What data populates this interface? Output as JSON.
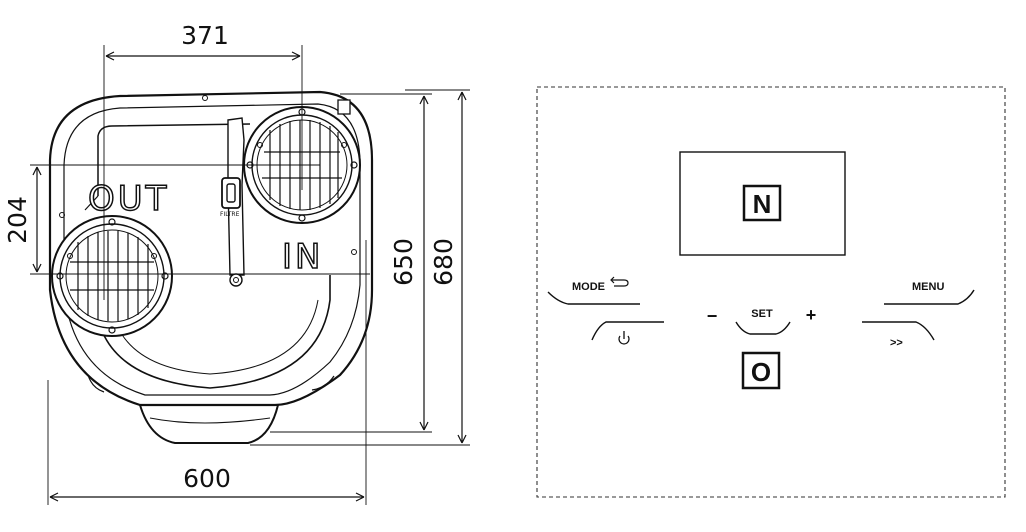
{
  "dimensions": {
    "width_inlets": "371",
    "offset_vertical": "204",
    "depth_inner": "650",
    "depth_total": "680",
    "width_total": "600"
  },
  "unit": {
    "outlet_label": "OUT",
    "inlet_label": "IN",
    "filter_label": "FILTRE"
  },
  "panel": {
    "display_key": "N",
    "lower_key": "O",
    "mode_label": "MODE",
    "menu_label": "MENU",
    "set_label": "SET",
    "minus_label": "−",
    "plus_label": "+",
    "forward_label": ">>",
    "back_icon": "return-arrow-icon",
    "power_icon": "power-icon"
  }
}
